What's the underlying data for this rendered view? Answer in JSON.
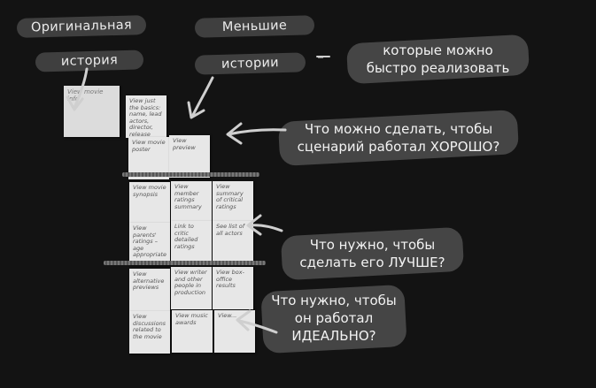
{
  "labels": {
    "original_line1": "Оригинальная",
    "original_line2": "история",
    "smaller_line1": "Меньшие",
    "smaller_line2": "истории",
    "dash": "–",
    "quick_line1": "которые можно",
    "quick_line2": "быстро реализовать"
  },
  "callouts": {
    "good_line1": "Что можно сделать, чтобы",
    "good_line2": "сценарий работал ХОРОШО?",
    "better_line1": "Что нужно, чтобы",
    "better_line2": "сделать его ЛУЧШЕ?",
    "perfect_line1": "Что нужно, чтобы",
    "perfect_line2": "он работал",
    "perfect_line3": "ИДЕАЛЬНО?"
  },
  "notes": {
    "original": "View movie info",
    "row1_a": "View just the basics: name, lead actors, director, release date",
    "row2_a": "View movie poster",
    "row2_b": "View preview",
    "row3_a": "View movie synopsis",
    "row3_b": "View member ratings summary",
    "row3_c": "View summary of critical ratings",
    "row4_a": "View parents' ratings – age appropriate",
    "row4_b": "Link to critic detailed ratings",
    "row4_c": "See list of all actors",
    "row5_a": "View alternative previews",
    "row5_b": "View writer and other people in production",
    "row5_c": "View box-office results",
    "row6_a": "View discussions related to the movie",
    "row6_b": "View music awards",
    "row6_c": "View..."
  },
  "colors": {
    "background": "#131313",
    "pill": "#3f3f3f",
    "callout": "#454545",
    "note": "#e7e7e7",
    "arrow": "#cfcfcf"
  }
}
